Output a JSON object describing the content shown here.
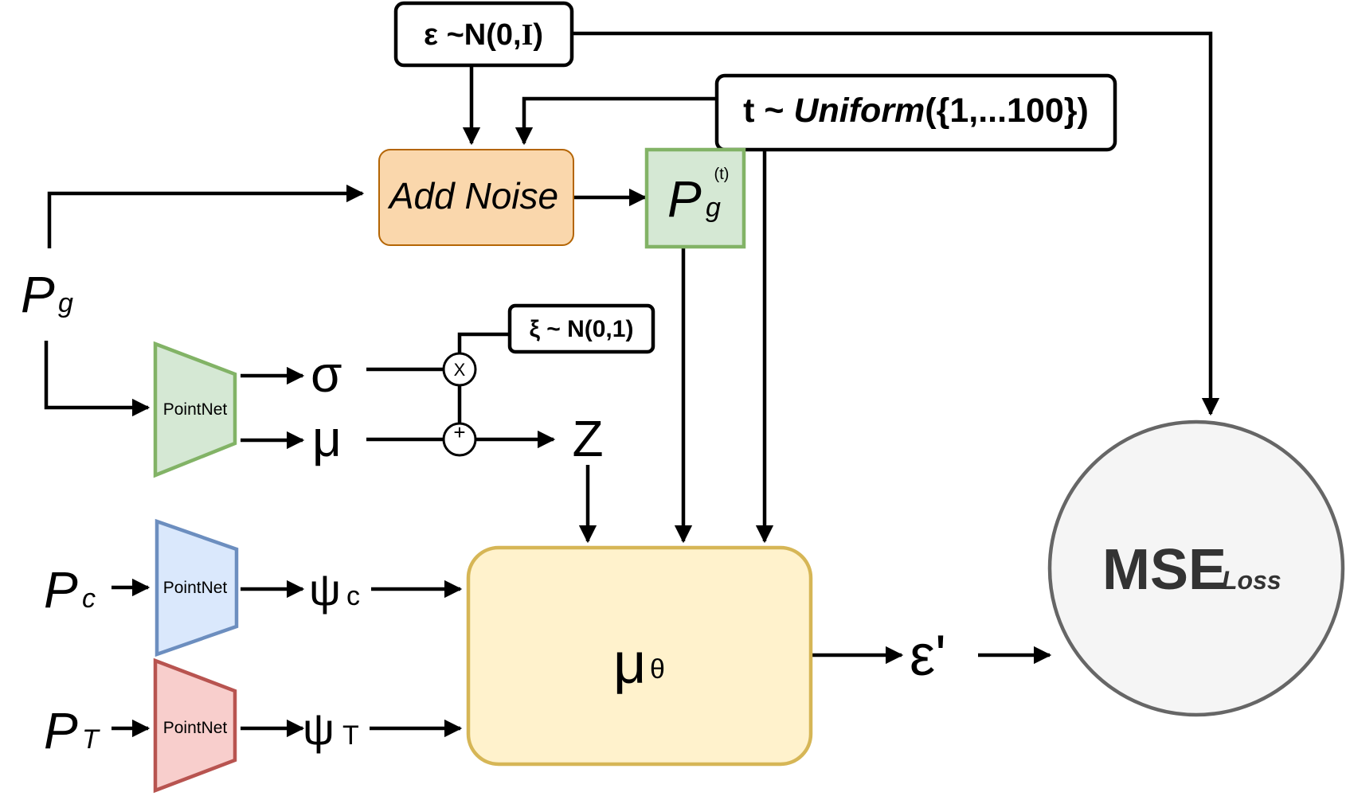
{
  "colors": {
    "add_noise_fill": "#fad7ac",
    "add_noise_stroke": "#b46504",
    "pg_t_fill": "#d5e8d4",
    "pg_t_stroke": "#82b366",
    "pointnet_green_fill": "#d5e8d4",
    "pointnet_green_stroke": "#82b366",
    "pointnet_blue_fill": "#dae8fc",
    "pointnet_blue_stroke": "#6c8ebf",
    "pointnet_red_fill": "#f8cecc",
    "pointnet_red_stroke": "#b85450",
    "mu_theta_fill": "#fff2cc",
    "mu_theta_stroke": "#d6b656",
    "mse_fill": "#f5f5f5",
    "mse_stroke": "#666666",
    "mse_text": "#333333"
  },
  "noise_box": {
    "eps": "ε",
    "dist": " ~N(0,",
    "ident": "I",
    "close": ")"
  },
  "time_box": {
    "prefix": "t ~ ",
    "func": "Uniform",
    "args": "({1,...100})"
  },
  "xi_box": {
    "label": "ξ ~ N(0,1)"
  },
  "add_noise": {
    "label": "Add Noise"
  },
  "pg_t": {
    "main": "P",
    "sub": "g",
    "sup": "(t)"
  },
  "pg_input": {
    "main": "P",
    "sub": "g"
  },
  "pc_input": {
    "main": "P",
    "sub": "c"
  },
  "pt_input": {
    "main": "P",
    "sub": "T"
  },
  "encoders": {
    "green": "PointNet",
    "blue": "PointNet",
    "red": "PointNet"
  },
  "outputs": {
    "sigma": "σ",
    "mu": "μ",
    "z": "Z",
    "psi_c_main": "ψ",
    "psi_c_sub": "c",
    "psi_t_main": "ψ",
    "psi_t_sub": "T"
  },
  "ops": {
    "multiply": "X",
    "add": "+"
  },
  "mu_theta": {
    "main": "μ",
    "sub": "θ"
  },
  "eps_prime": {
    "label": "ε'"
  },
  "mse": {
    "main": "MSE",
    "sub": "Loss"
  }
}
